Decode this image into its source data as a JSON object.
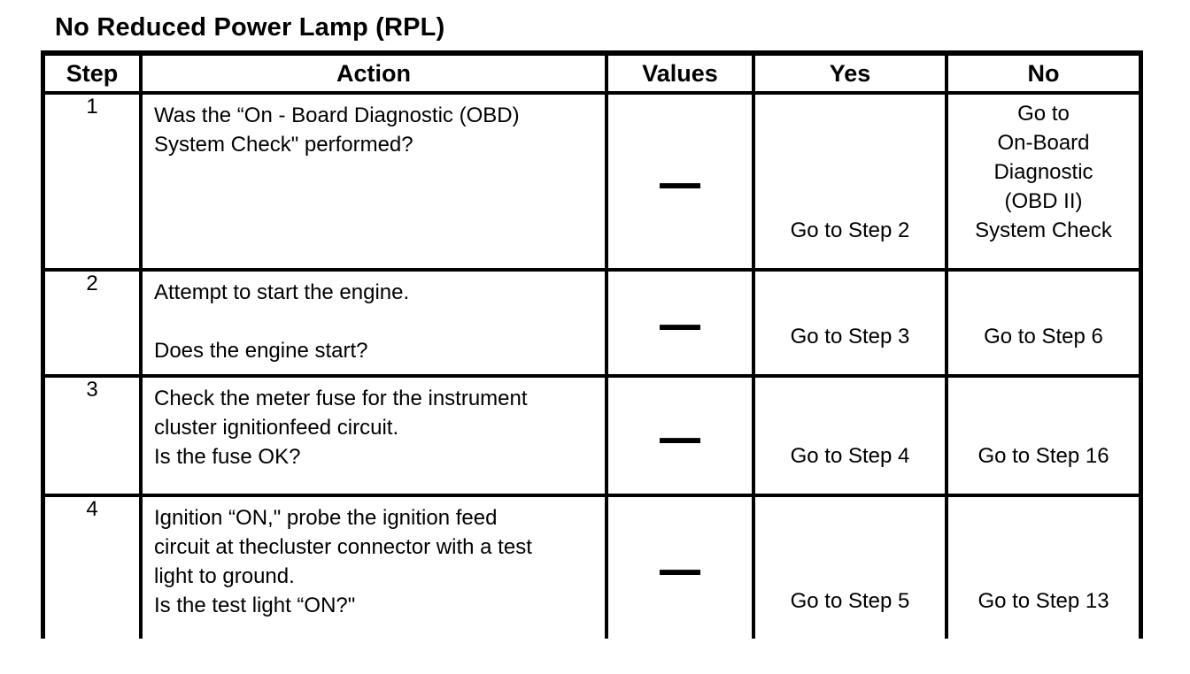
{
  "page": {
    "title": "No Reduced Power Lamp (RPL)"
  },
  "table": {
    "headers": {
      "step": "Step",
      "action": "Action",
      "values": "Values",
      "yes": "Yes",
      "no": "No"
    },
    "rows": [
      {
        "step": "1",
        "action": "Was the “On - Board Diagnostic (OBD)\nSystem Check\" performed?",
        "values": "—",
        "yes": "Go to Step 2",
        "no": "Go to\nOn-Board\nDiagnostic\n(OBD II)\nSystem Check"
      },
      {
        "step": "2",
        "action": "Attempt to start the engine.\n\nDoes the engine start?",
        "values": "—",
        "yes": "Go to Step 3",
        "no": "Go to Step 6"
      },
      {
        "step": "3",
        "action": "Check the meter fuse for the instrument\ncluster ignitionfeed circuit.\nIs the fuse OK?",
        "values": "—",
        "yes": "Go to Step 4",
        "no": "Go to Step 16"
      },
      {
        "step": "4",
        "action": "Ignition “ON,\" probe the ignition feed\ncircuit at thecluster connector with a test\nlight to ground.\nIs the test light “ON?\"",
        "values": "—",
        "yes": "Go to Step 5",
        "no": "Go to Step 13"
      }
    ]
  }
}
